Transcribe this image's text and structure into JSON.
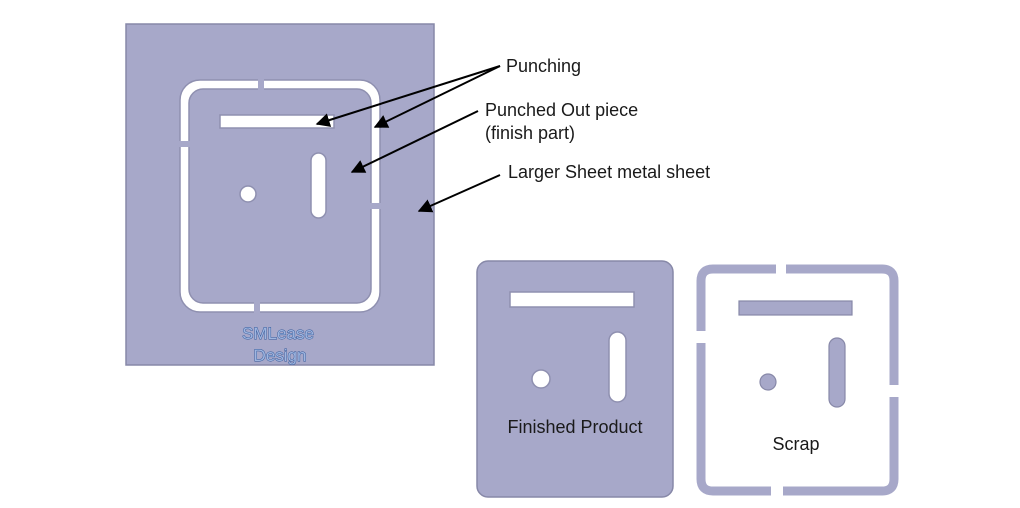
{
  "colors": {
    "sheet_fill": "#a7a8c9",
    "sheet_stroke": "#8788a8",
    "hole_fill": "#ffffff",
    "hole_stroke": "#8f90b0",
    "arrow": "#000000",
    "watermark": "#2f5597"
  },
  "labels": {
    "punching": "Punching",
    "punched_out_line1": "Punched Out piece",
    "punched_out_line2": "(finish part)",
    "larger_sheet": "Larger Sheet metal  sheet",
    "finished_product": "Finished Product",
    "scrap": "Scrap"
  },
  "watermark": {
    "line1": "SMLease",
    "line2": "Design"
  }
}
